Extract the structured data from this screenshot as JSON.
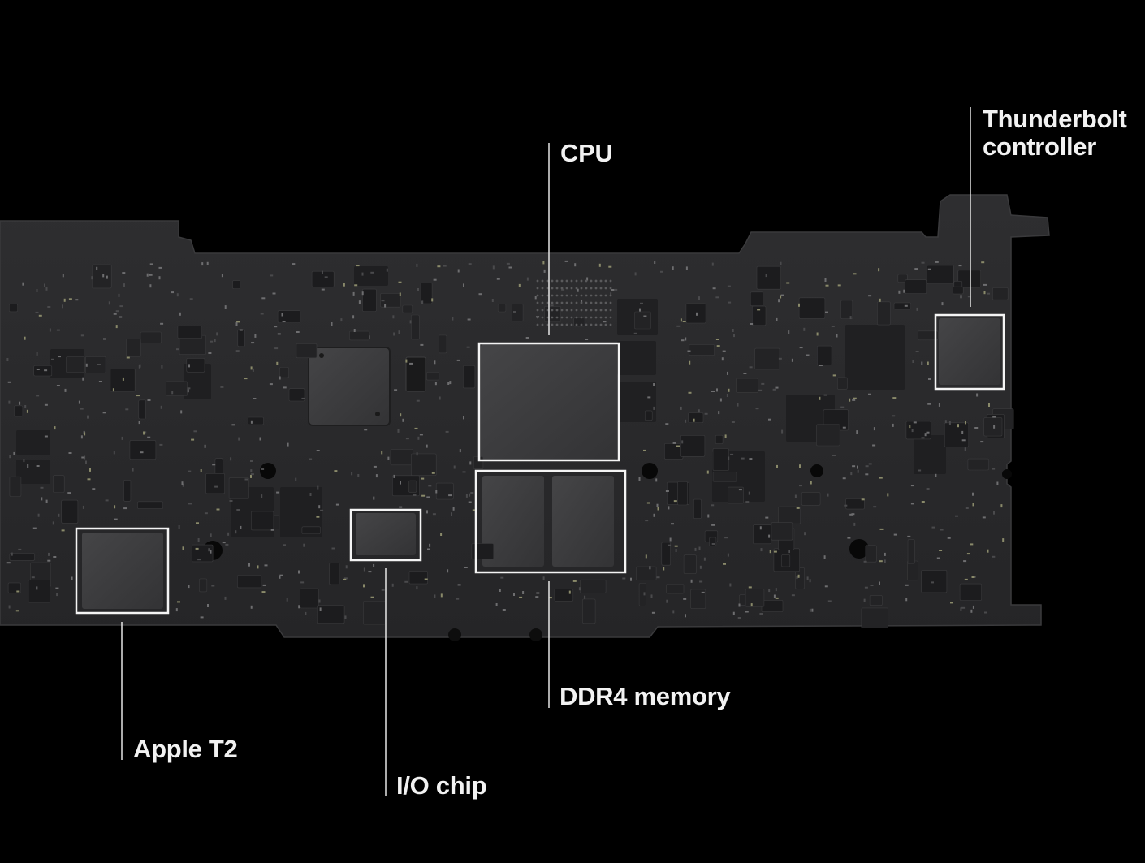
{
  "diagram": {
    "colors": {
      "background": "#000000",
      "board": "#2a2a2b",
      "board_edge": "#1c1c1d",
      "chip": "#3a3a3c",
      "component": "#1a1a1b",
      "solder": "#8a8a6a",
      "highlight": "#f4f4f4",
      "label": "#f2f2f2"
    },
    "callouts": {
      "cpu": {
        "label": "CPU"
      },
      "thunderbolt": {
        "line1": "Thunderbolt",
        "line2": "controller"
      },
      "ddr4": {
        "label": "DDR4 memory"
      },
      "t2": {
        "label": "Apple T2"
      },
      "io": {
        "label": "I/O chip"
      }
    }
  }
}
